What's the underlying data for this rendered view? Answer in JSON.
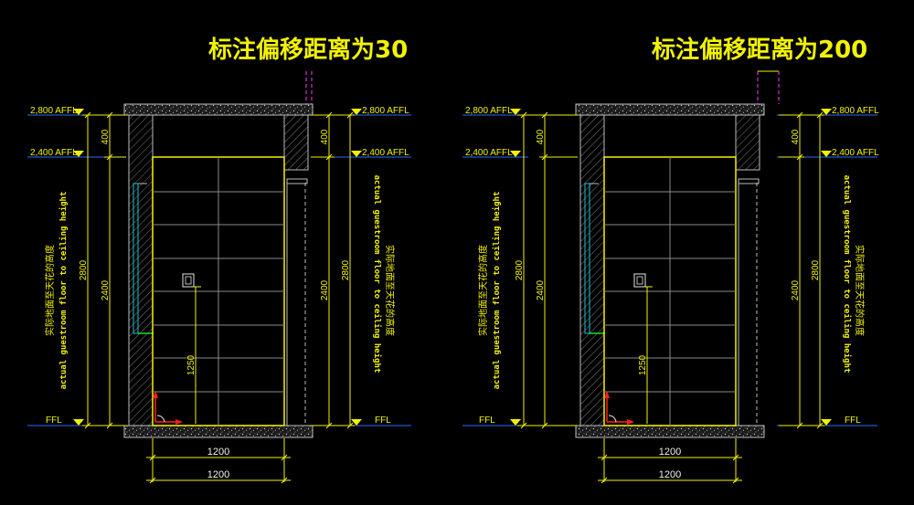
{
  "panels": [
    {
      "title": "标注偏移距离为30",
      "offset": 30
    },
    {
      "title": "标注偏移距离为200",
      "offset": 200
    }
  ],
  "levels": {
    "ceiling": "2,800 AFFL",
    "door_top": "2,400 AFFL",
    "floor": "FFL"
  },
  "dims": {
    "upper": "400",
    "door": "2400",
    "total": "2800",
    "switch": "1250",
    "width_a": "1200",
    "width_b": "1200"
  },
  "notes": {
    "cn": "实际地面至天花的高度",
    "en": "actual guestroom floor to ceiling height"
  },
  "colors": {
    "background": "#000000",
    "yellow": "#f2f200",
    "white": "#e6e6e6",
    "grey": "#8a8a8a",
    "cyan": "#19c4d6",
    "blue": "#2a6bff",
    "magenta": "#ff3cff",
    "red": "#ff2020",
    "green": "#18e018"
  }
}
